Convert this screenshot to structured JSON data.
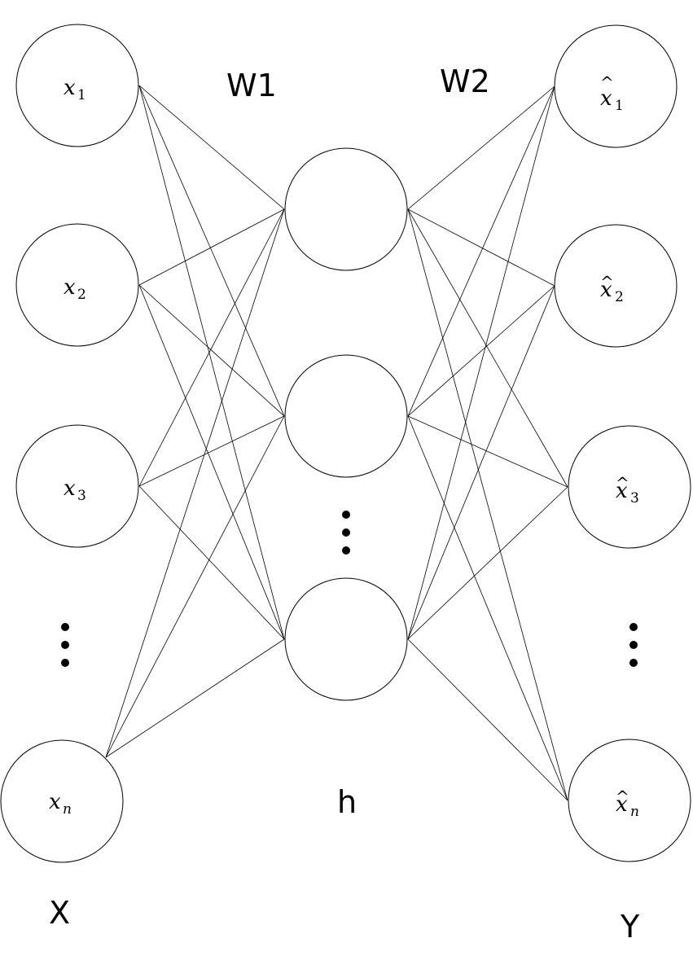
{
  "diagram": {
    "weight_labels": {
      "w1": "W1",
      "w2": "W2"
    },
    "layer_labels": {
      "input": "X",
      "hidden": "h",
      "output": "Y"
    },
    "input_nodes": [
      {
        "base": "x",
        "sub": "1"
      },
      {
        "base": "x",
        "sub": "2"
      },
      {
        "base": "x",
        "sub": "3"
      },
      {
        "base": "x",
        "sub": "n"
      }
    ],
    "output_nodes": [
      {
        "base": "x",
        "hat": "^",
        "sub": "1"
      },
      {
        "base": "x",
        "hat": "^",
        "sub": "2"
      },
      {
        "base": "x",
        "hat": "^",
        "sub": "3"
      },
      {
        "base": "x",
        "hat": "^",
        "sub": "n"
      }
    ],
    "hidden_node_count": 3,
    "ellipsis": [
      "input-ellipsis",
      "hidden-ellipsis",
      "output-ellipsis"
    ]
  }
}
